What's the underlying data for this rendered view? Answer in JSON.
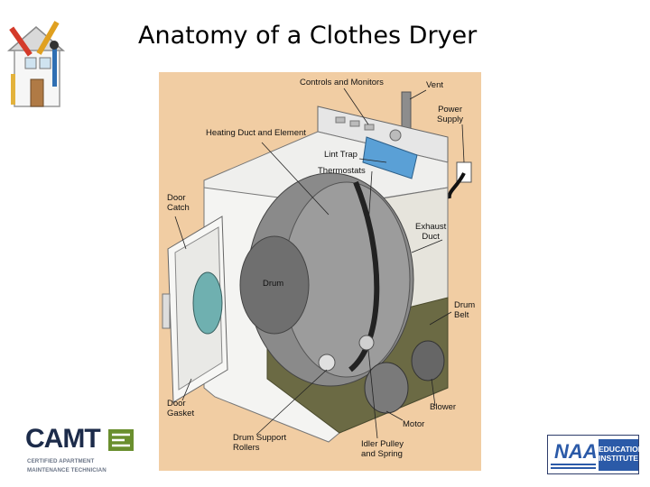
{
  "slide": {
    "title": "Anatomy of a Clothes Dryer"
  },
  "diagram": {
    "labels": {
      "controls": "Controls and Monitors",
      "vent": "Vent",
      "power_line1": "Power",
      "power_line2": "Supply",
      "heating": "Heating Duct and Element",
      "lint_trap": "Lint Trap",
      "thermostats": "Thermostats",
      "door_catch_line1": "Door",
      "door_catch_line2": "Catch",
      "exhaust_line1": "Exhaust",
      "exhaust_line2": "Duct",
      "drum": "Drum",
      "drum_belt_line1": "Drum",
      "drum_belt_line2": "Belt",
      "blower": "Blower",
      "door_gasket_line1": "Door",
      "door_gasket_line2": "Gasket",
      "motor": "Motor",
      "drum_support_line1": "Drum Support",
      "drum_support_line2": "Rollers",
      "idler_line1": "Idler Pulley",
      "idler_line2": "and Spring"
    }
  },
  "logos": {
    "camt": {
      "word": "CAMT",
      "line1": "CERTIFIED APARTMENT",
      "line2": "MAINTENANCE TECHNICIAN"
    },
    "naa": {
      "mark": "NAA",
      "edu_line1": "EDUCATION",
      "edu_line2": "INSTITUTE"
    }
  },
  "icons": [
    "house-tools-icon",
    "camt-logo",
    "naa-logo"
  ],
  "colors": {
    "diagram_bg": "#f1cda3",
    "cabinet": "#f4f4f2",
    "drum": "#8a8a8a",
    "insulation": "#6b6a44",
    "camt_navy": "#1c2b4a",
    "naa_blue": "#2b5aa8"
  }
}
